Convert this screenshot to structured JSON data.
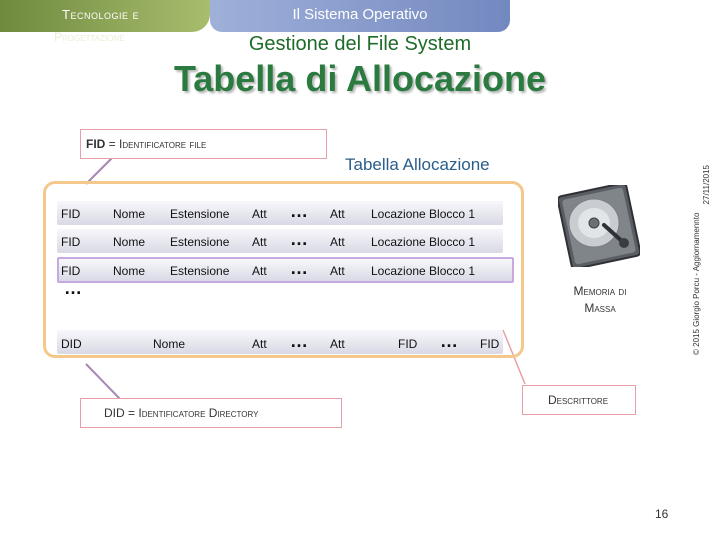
{
  "header": {
    "course_line1": "Tecnologie e",
    "course_line2": "Progettazione",
    "topic": "Il Sistema Operativo",
    "subtitle": "Gestione del File System",
    "title": "Tabella di Allocazione"
  },
  "callouts": {
    "fid_abbr": "FID",
    "fid_eq": " = ",
    "fid_desc": "Identificatore file",
    "did_abbr": "DID",
    "did_eq": " = ",
    "did_desc": "Identificatore Directory",
    "descrittore": "Descrittore"
  },
  "table": {
    "title": "Tabella Allocazione",
    "file_rows": [
      {
        "id": "FID",
        "name": "Nome",
        "ext": "Estensione",
        "att": "Att",
        "dots": "…",
        "att2": "Att",
        "loc": "Locazione Blocco 1"
      },
      {
        "id": "FID",
        "name": "Nome",
        "ext": "Estensione",
        "att": "Att",
        "dots": "…",
        "att2": "Att",
        "loc": "Locazione Blocco 1"
      },
      {
        "id": "FID",
        "name": "Nome",
        "ext": "Estensione",
        "att": "Att",
        "dots": "…",
        "att2": "Att",
        "loc": "Locazione Blocco 1"
      }
    ],
    "ellipsis": "…",
    "dir_row": {
      "id": "DID",
      "name": "Nome",
      "att": "Att",
      "dots": "…",
      "att2": "Att",
      "fid1": "FID",
      "dots2": "…",
      "fid2": "FID"
    }
  },
  "disk": {
    "icon": "hard-disk-icon",
    "label_line1": "Memoria di",
    "label_line2": "Massa"
  },
  "footer": {
    "copyright_line1": "© 2015 Giorgio Porcu - Aggiornamennto",
    "copyright_line2": "27/11/2015",
    "page_number": "16"
  },
  "colors": {
    "title_green": "#2b7a3f",
    "frame_orange": "#f4c88a",
    "callout_pink": "#e8a0a8",
    "highlight_purple": "#c8a8e0"
  }
}
